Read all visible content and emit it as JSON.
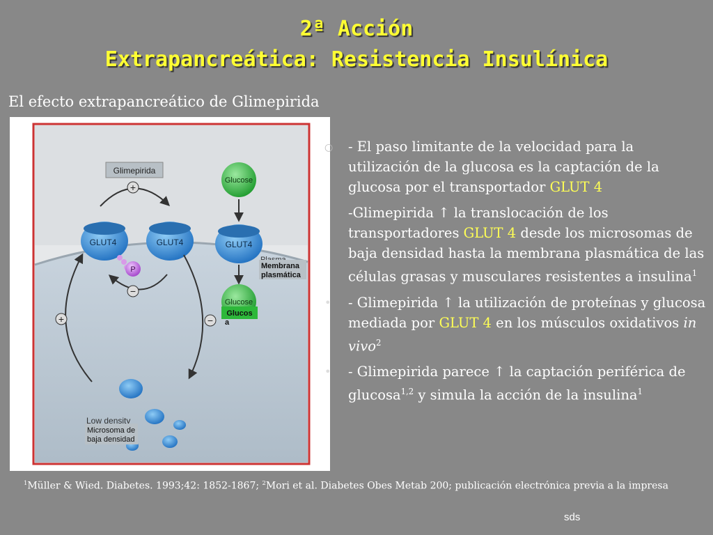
{
  "title": {
    "line1": "2ª Acción",
    "line2": "Extrapancreática: Resistencia Insulínica"
  },
  "subtitle": "El efecto extrapancreático de Glimepirida",
  "figure": {
    "labels": {
      "glimepirida": "Glimepirida",
      "glut4_1": "GLUT4",
      "glut4_2": "GLUT4",
      "glut4_3": "GLUT4",
      "glucose_top": "Glucose",
      "glucose_bottom": "Glucose",
      "glucosa_box_1": "Glucos",
      "glucosa_box_2": "a",
      "plasma": "Plasma",
      "membrana_1": "Membrana",
      "membrana_2": "plasmática",
      "p": "P",
      "low_density": "Low density",
      "microsoma_1": "Microsoma de",
      "microsoma_2": "baja densidad",
      "plus": "+",
      "minus": "−"
    }
  },
  "bullets": [
    {
      "mark": "○",
      "text_1": "- El paso limitante de la velocidad para la utilización de la glucosa es la captación de la glucosa por el transportador ",
      "glut": "GLUT 4"
    },
    {
      "mark": "",
      "text_1": "-Glimepirida ↑ la translocación de los transportadores ",
      "glut": "GLUT 4",
      "text_2": " desde los microsomas de baja densidad hasta la membrana plasmática de las células grasas y musculares resistentes a insulina",
      "sup": "1"
    },
    {
      "mark": "•",
      "text_1": "- Glimepirida ↑ la utilización de proteínas y glucosa mediada por ",
      "glut": "GLUT 4",
      "text_2": " en los músculos oxidativos ",
      "italic": "in vivo",
      "sup": "2"
    },
    {
      "mark": "•",
      "text_1": "- Glimepirida parece ↑ la captación periférica de glucosa",
      "sup_a": "1,2",
      "text_2": " y simula la acción de la insulina",
      "sup": "1"
    }
  ],
  "footnote": {
    "sup1": "1",
    "text1": "Müller & Wied. Diabetes. 1993;42: 1852-1867; ",
    "sup2": "2",
    "text2": "Mori et al. Diabetes Obes Metab 200; publicación electrónica previa a la impresa"
  },
  "footer_tag": "sds",
  "colors": {
    "background": "#888888",
    "title": "#ffff33",
    "accent_glut": "#ffff55",
    "transporter_blue": "#3a8fd6",
    "glucose_green": "#3cb84a",
    "phosphate_purple": "#c070d8"
  }
}
